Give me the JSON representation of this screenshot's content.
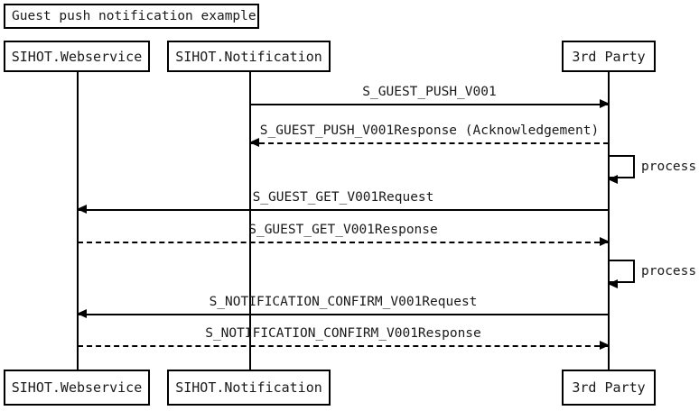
{
  "diagram": {
    "title": "Guest push notification example",
    "type": "uml-sequence-diagram"
  },
  "participants": [
    {
      "id": "webservice",
      "label": "SIHOT.Webservice"
    },
    {
      "id": "notification",
      "label": "SIHOT.Notification"
    },
    {
      "id": "thirdparty",
      "label": "3rd Party"
    }
  ],
  "messages": [
    {
      "label": "S_GUEST_PUSH_V001",
      "style": "solid",
      "direction": "right"
    },
    {
      "label": "S_GUEST_PUSH_V001Response (Acknowledgement)",
      "style": "dashed",
      "direction": "left"
    },
    {
      "label": "S_GUEST_GET_V001Request",
      "style": "solid",
      "direction": "left"
    },
    {
      "label": "S_GUEST_GET_V001Response",
      "style": "dashed",
      "direction": "right"
    },
    {
      "label": "S_NOTIFICATION_CONFIRM_V001Request",
      "style": "solid",
      "direction": "left"
    },
    {
      "label": "S_NOTIFICATION_CONFIRM_V001Response",
      "style": "dashed",
      "direction": "right"
    }
  ],
  "self_calls": [
    {
      "label": "process",
      "on": "thirdparty"
    },
    {
      "label": "process",
      "on": "thirdparty"
    }
  ],
  "colors": {
    "stroke": "#000000",
    "text": "#1a1a1a",
    "background": "#ffffff"
  }
}
